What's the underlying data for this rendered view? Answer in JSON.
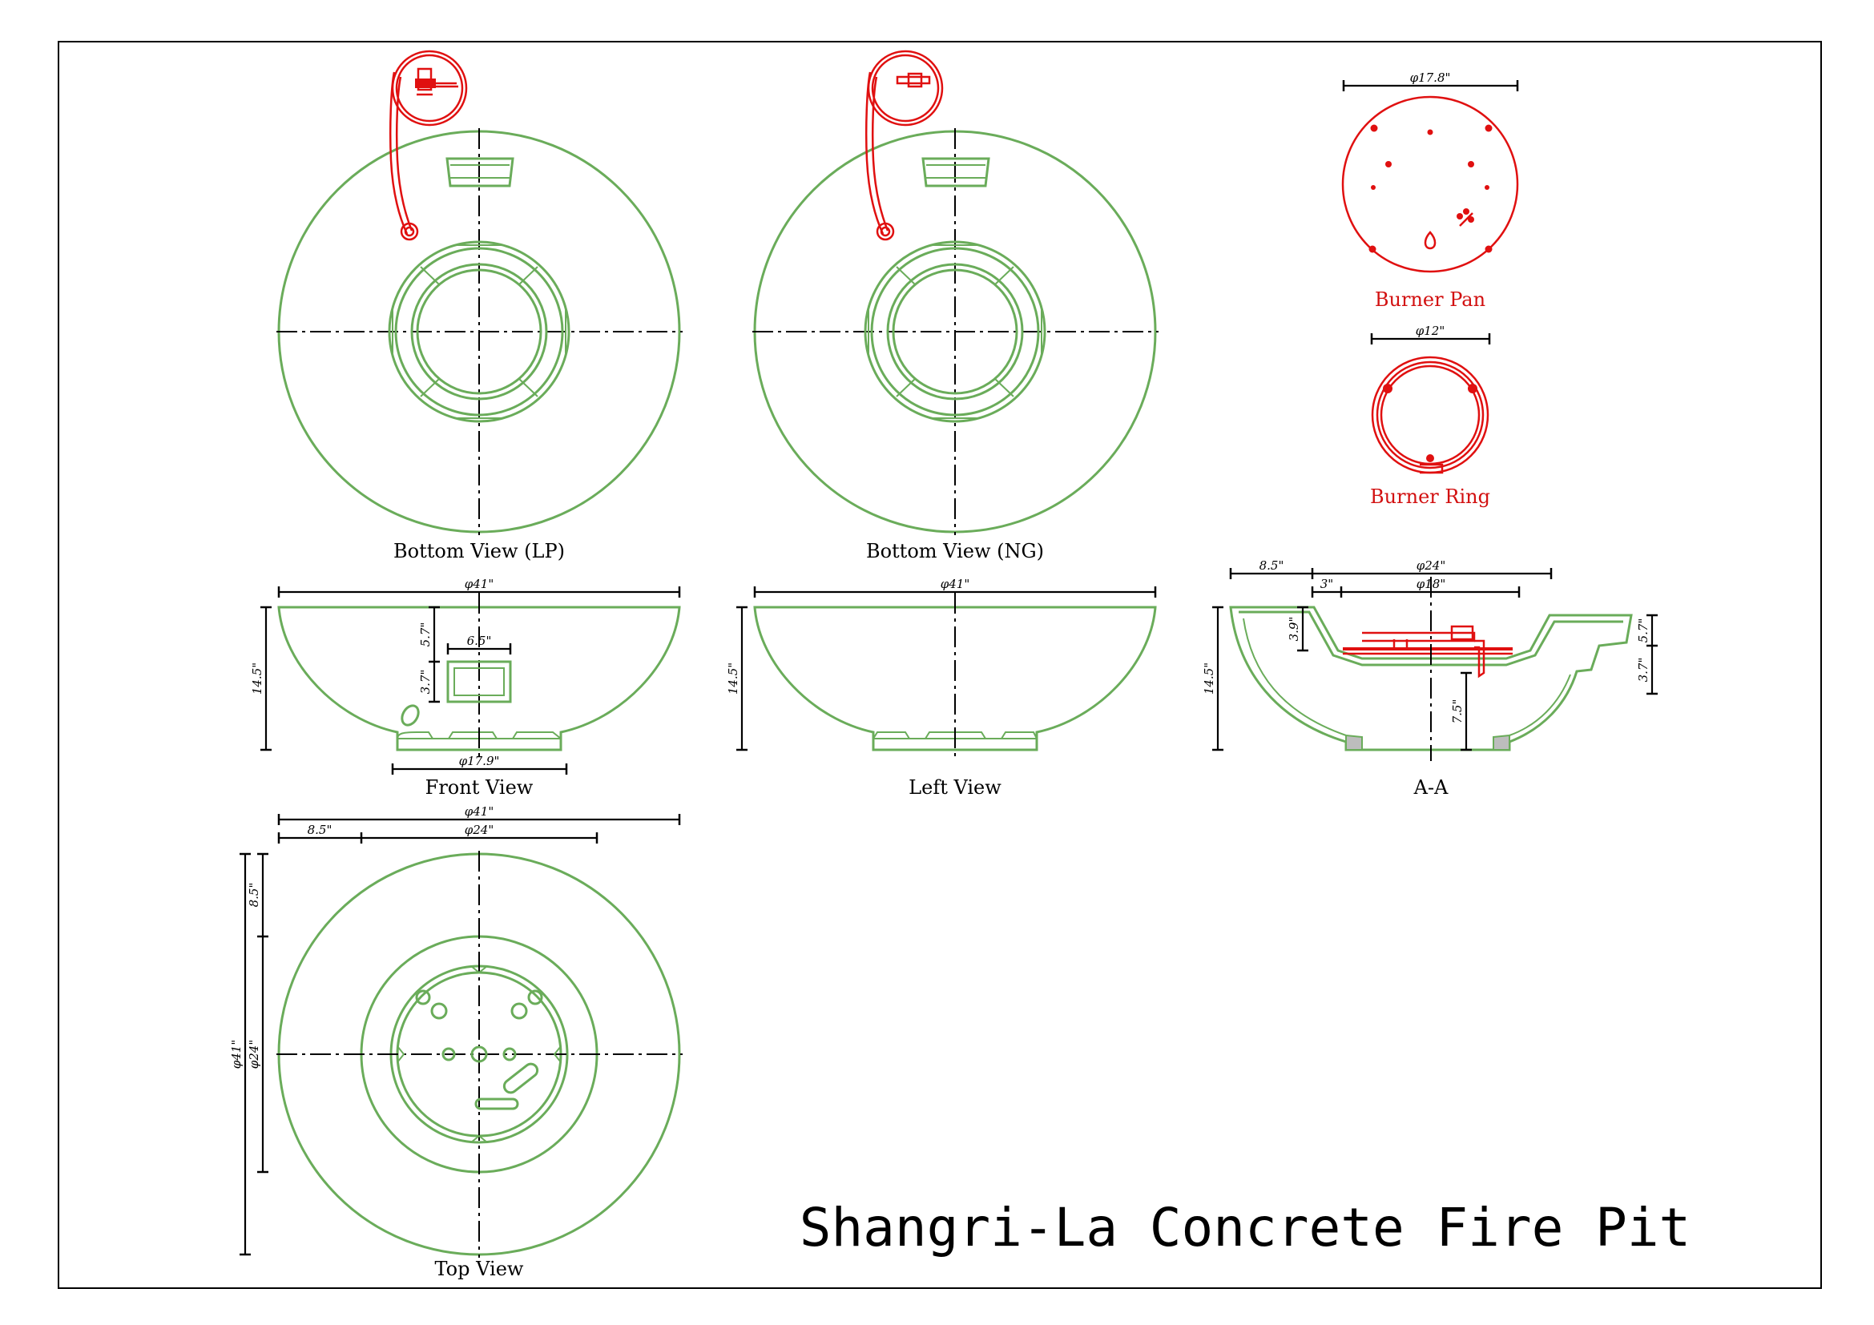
{
  "title": "Shangri-La Concrete Fire Pit",
  "colors": {
    "structure": "#6aac5a",
    "burner": "#e01010",
    "dimension": "#000000"
  },
  "views": {
    "bottom_lp": "Bottom View (LP)",
    "bottom_ng": "Bottom View (NG)",
    "burner_pan": "Burner Pan",
    "burner_ring": "Burner Ring",
    "front": "Front View",
    "left": "Left View",
    "section": "A-A",
    "top": "Top View"
  },
  "dims": {
    "pan_dia": "φ17.8\"",
    "ring_dia": "φ12\"",
    "front_dia": "φ41\"",
    "front_height": "14.5\"",
    "front_port_w": "6.5\"",
    "front_port_top": "5.7\"",
    "front_port_h": "3.7\"",
    "front_base": "φ17.9\"",
    "left_dia": "φ41\"",
    "left_height": "14.5\"",
    "sec_ledge": "8.5\"",
    "sec_inner": "φ24\"",
    "sec_step": "3\"",
    "sec_pan": "φ18\"",
    "sec_depth": "3.9\"",
    "sec_height": "14.5\"",
    "sec_floor": "7.5\"",
    "sec_r_top": "5.7\"",
    "sec_r_port": "3.7\"",
    "top_dia": "φ41\"",
    "top_ledge": "8.5\"",
    "top_inner": "φ24\"",
    "top_v_ledge": "8.5\"",
    "top_v_dia": "φ41\"",
    "top_v_inner": "φ24\""
  }
}
